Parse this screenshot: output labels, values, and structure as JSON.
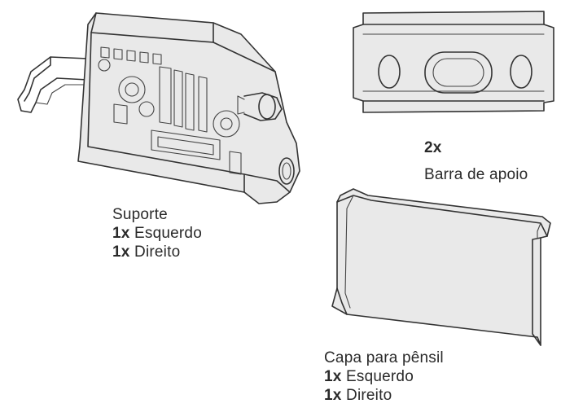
{
  "parts": {
    "suporte": {
      "name": "Suporte",
      "lines": [
        {
          "qty": "1x",
          "side": "Esquerdo"
        },
        {
          "qty": "1x",
          "side": "Direito"
        }
      ]
    },
    "barra": {
      "qty": "2x",
      "name": "Barra de apoio"
    },
    "capa": {
      "name": "Capa para pênsil",
      "lines": [
        {
          "qty": "1x",
          "side": "Esquerdo"
        },
        {
          "qty": "1x",
          "side": "Direito"
        }
      ]
    }
  }
}
